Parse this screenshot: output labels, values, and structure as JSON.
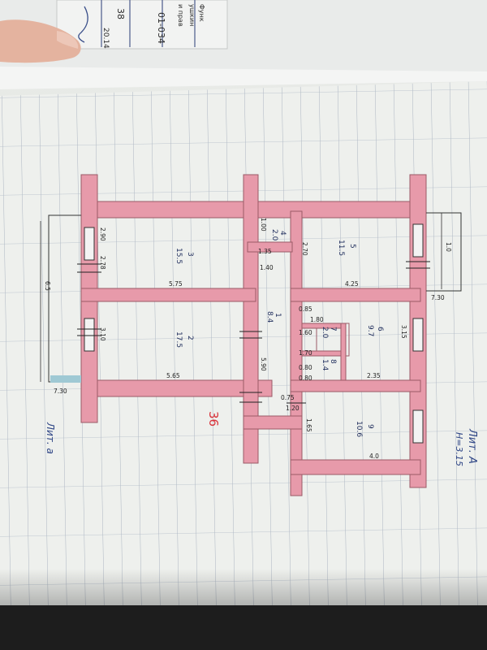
{
  "photo": {
    "subject": "floor-plan-on-graph-paper",
    "colors": {
      "wall": "#e79aaa",
      "wall_edge": "#9b5a67",
      "paper": "#eef0ed",
      "grid": "#9aa6b6",
      "finger": "#e7b9a4",
      "ink_red": "#d8323a",
      "ink_blue": "#3a4f8a",
      "ink_black": "#222222",
      "shadow": "#1b1b1b"
    }
  },
  "top_sheet": {
    "text_lines": [
      "01-034",
      "38",
      "20.14",
      "и прав",
      "ушкин",
      "Функ"
    ]
  },
  "plan": {
    "sheet_number": "36",
    "stamp_right": "Лит. А",
    "stamp_right_sub": "Н=3.15",
    "stamp_left": "Лит. а",
    "rooms": [
      {
        "num": "1",
        "area": "8.4"
      },
      {
        "num": "2",
        "area": "17.5"
      },
      {
        "num": "3",
        "area": "15.5"
      },
      {
        "num": "4",
        "area": "2.0"
      },
      {
        "num": "5",
        "area": "11.5"
      },
      {
        "num": "6",
        "area": "9.7"
      },
      {
        "num": "7",
        "area": "2.0"
      },
      {
        "num": "8",
        "area": "1.4"
      },
      {
        "num": "9",
        "area": "10.6"
      }
    ],
    "dims": [
      "2.90",
      "2.78",
      "3.10",
      "5.75",
      "5.65",
      "5.90",
      "7.30",
      "6.5",
      "1.00",
      "1.35",
      "1.40",
      "2.70",
      "4.25",
      "7.30",
      "1.0",
      "1.80",
      "1.60",
      "1.70",
      "0.80",
      "2.35",
      "3.15",
      "0.75",
      "1.20",
      "1.65",
      "4.0",
      "0.80",
      "0.85"
    ]
  }
}
